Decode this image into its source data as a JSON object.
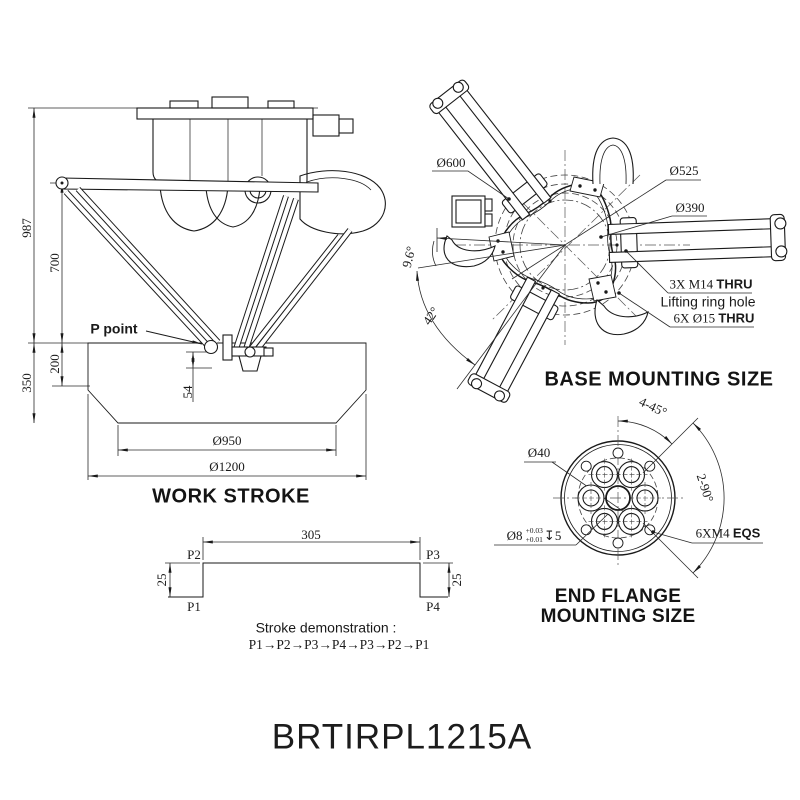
{
  "page": {
    "title": "BRTIRPL1215A",
    "background": "#ffffff",
    "line_color": "#1a1a1a"
  },
  "work_stroke_view": {
    "caption": "WORK STROKE",
    "p_point": "P point",
    "dim_total_height": "987",
    "dim_arm_height": "700",
    "dim_stroke_depth": "350",
    "dim_upper_stroke": "200",
    "dim_tool_offset": "54",
    "dim_inner_dia": "Ø950",
    "dim_outer_dia": "Ø1200"
  },
  "base_mounting_view": {
    "caption": "BASE MOUNTING SIZE",
    "dim_d600": "Ø600",
    "dim_d525": "Ø525",
    "dim_d390": "Ø390",
    "angle_small": "9.6°",
    "angle_large": "42°",
    "note_m14_prefix": "3X M14 ",
    "note_m14_suffix": "THRU",
    "note_lifting": "Lifting ring hole",
    "note_d15_prefix": "6X Ø15 ",
    "note_d15_suffix": "THRU"
  },
  "end_flange_view": {
    "caption_line1": "END FLANGE",
    "caption_line2": "MOUNTING SIZE",
    "dim_d40": "Ø40",
    "dim_d8": "Ø8",
    "tol_upper": "+0.03",
    "tol_lower": "+0.01",
    "depth": "↧5",
    "note_m4": "6XM4 ",
    "note_eqs": "EQS",
    "angle_top": "4-45°",
    "angle_right": "2-90°"
  },
  "stroke_demo": {
    "heading": "Stroke demonstration :",
    "sequence": "P1→P2→P3→P4→P3→P2→P1",
    "dim_width": "305",
    "dim_left_rise": "25",
    "dim_right_rise": "25",
    "p1": "P1",
    "p2": "P2",
    "p3": "P3",
    "p4": "P4"
  }
}
